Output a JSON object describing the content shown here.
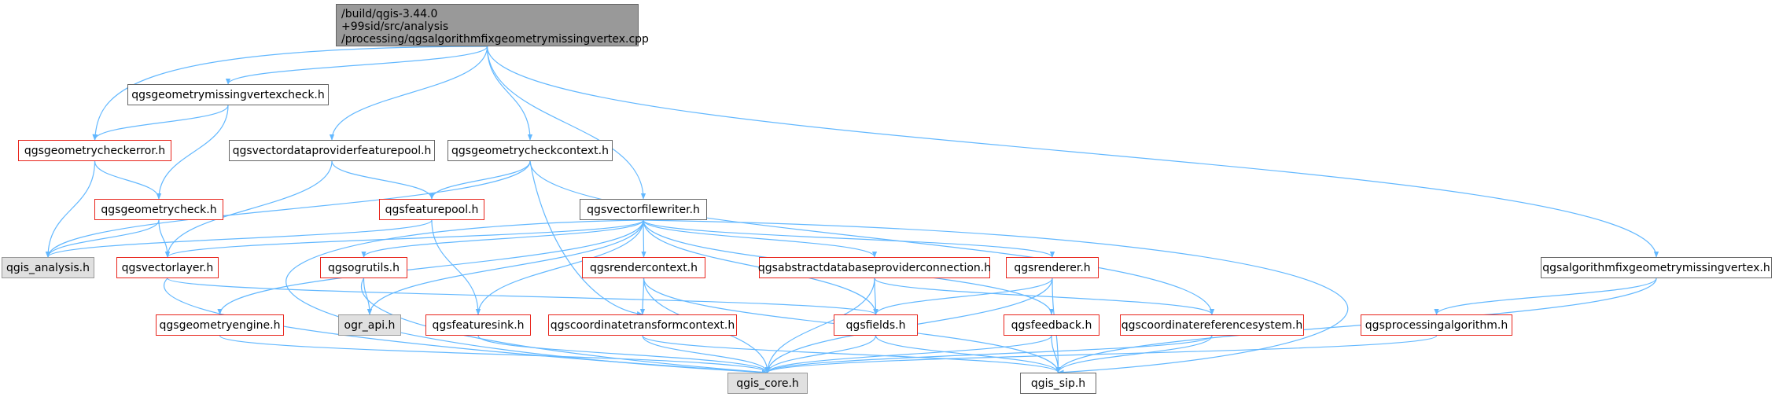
{
  "colors": {
    "edge": "#63b8ff",
    "link_border": "#e8241b",
    "plain_border": "#666666",
    "external_fill": "#e0e0e0",
    "root_fill": "#999999"
  },
  "nodes": {
    "root": "/build/qgis-3.44.0\n+99sid/src/analysis\n/processing/qgsalgorithmfixgeometrymissingvertex.cpp",
    "missingvertexcheck": "qgsgeometrymissingvertexcheck.h",
    "checkerror": "qgsgeometrycheckerror.h",
    "dataproviderfeaturepool": "qgsvectordataproviderfeaturepool.h",
    "checkcontext": "qgsgeometrycheckcontext.h",
    "geometrycheck": "qgsgeometrycheck.h",
    "featurepool": "qgsfeaturepool.h",
    "filewriter": "qgsvectorfilewriter.h",
    "analysis": "qgis_analysis.h",
    "vectorlayer": "qgsvectorlayer.h",
    "ogrutils": "qgsogrutils.h",
    "rendercontext": "qgsrendercontext.h",
    "dbproviderconnection": "qgsabstractdatabaseproviderconnection.h",
    "renderer": "qgsrenderer.h",
    "algheader": "qgsalgorithmfixgeometrymissingvertex.h",
    "geometryengine": "qgsgeometryengine.h",
    "ograpi": "ogr_api.h",
    "featuresink": "qgsfeaturesink.h",
    "coordtransformcontext": "qgscoordinatetransformcontext.h",
    "fields": "qgsfields.h",
    "feedback": "qgsfeedback.h",
    "crs": "qgscoordinatereferencesystem.h",
    "processingalgorithm": "qgsprocessingalgorithm.h",
    "core": "qgis_core.h",
    "sip": "qgis_sip.h"
  }
}
